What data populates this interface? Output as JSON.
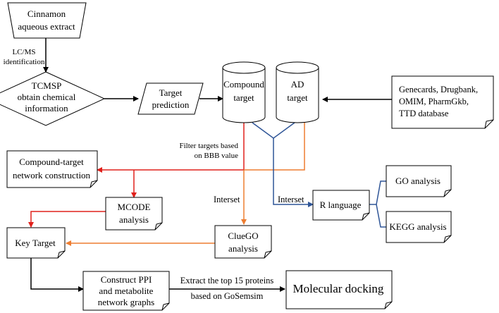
{
  "nodes": {
    "cinnamon": {
      "line1": "Cinnamon",
      "line2": "aqueous extract"
    },
    "tcmsp": {
      "line1": "TCMSP",
      "line2": "obtain chemical",
      "line3": "information"
    },
    "target_prediction": {
      "line1": "Target",
      "line2": "prediction"
    },
    "compound_target": {
      "line1": "Compound",
      "line2": "target"
    },
    "ad_target": {
      "line1": "AD",
      "line2": "target"
    },
    "databases": {
      "line1": "Genecards, Drugbank,",
      "line2": "OMIM, PharmGkb,",
      "line3": "TTD database"
    },
    "compound_network": {
      "line1": "Compound-target",
      "line2": "network construction"
    },
    "mcode": {
      "line1": "MCODE",
      "line2": "analysis"
    },
    "key_target": {
      "label": "Key Target"
    },
    "cluego": {
      "line1": "ClueGO",
      "line2": "analysis"
    },
    "r_language": {
      "label": "R language"
    },
    "go_analysis": {
      "label": "GO analysis"
    },
    "kegg_analysis": {
      "label": "KEGG analysis"
    },
    "construct_ppi": {
      "line1": "Construct PPI",
      "line2": "and metabolite",
      "line3": "network graphs"
    },
    "molecular_docking": {
      "label": "Molecular docking"
    }
  },
  "edge_labels": {
    "lcms": {
      "line1": "LC/MS",
      "line2": "identification"
    },
    "filter": {
      "line1": "Filter targets based",
      "line2": "on BBB value"
    },
    "interset_orange": "Interset",
    "interset_blue": "Interset",
    "extract": {
      "line1": "Extract the top 15 proteins",
      "line2": "based on GoSemsim"
    }
  },
  "colors": {
    "black": "#000000",
    "red": "#e0201b",
    "orange": "#ed7d31",
    "blue": "#2f5597"
  }
}
